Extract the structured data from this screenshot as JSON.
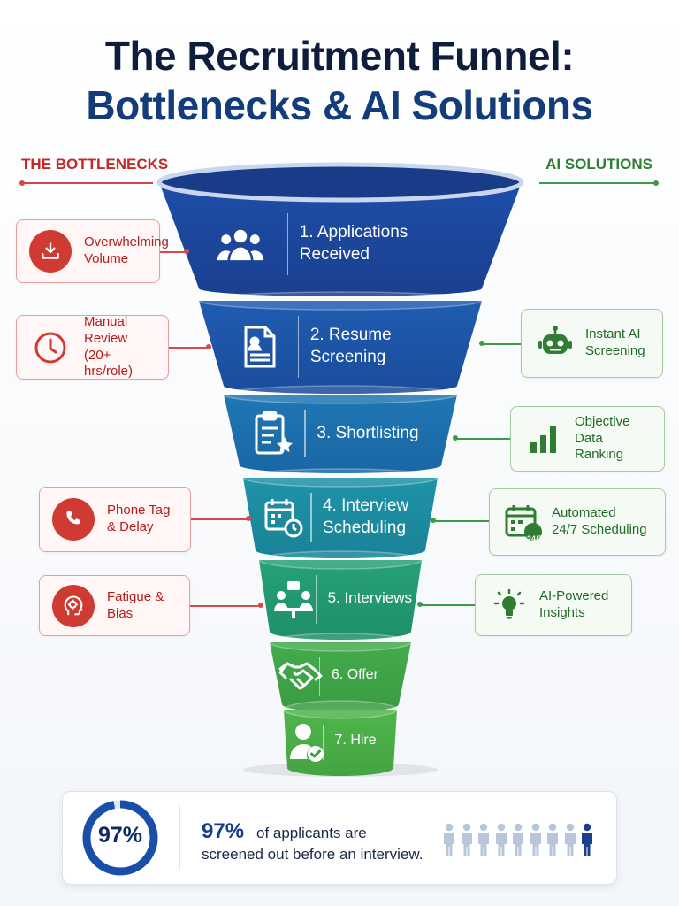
{
  "title": {
    "line1": "The Recruitment Funnel:",
    "line2": "Bottlenecks & AI Solutions"
  },
  "bottlenecks_heading": "THE BOTTLENECKS",
  "solutions_heading": "AI SOLUTIONS",
  "stages": [
    {
      "label": "1. Applications\nReceived",
      "icon": "people-icon"
    },
    {
      "label": "2. Resume\nScreening",
      "icon": "document-icon"
    },
    {
      "label": "3. Shortlisting",
      "icon": "clipboard-star-icon"
    },
    {
      "label": "4. Interview\nScheduling",
      "icon": "calendar-clock-icon"
    },
    {
      "label": "5. Interviews",
      "icon": "meeting-icon"
    },
    {
      "label": "6. Offer",
      "icon": "handshake-icon"
    },
    {
      "label": "7. Hire",
      "icon": "user-check-icon"
    }
  ],
  "bottlenecks": [
    {
      "label": "Overwhelming\nVolume",
      "icon": "download-tray-icon"
    },
    {
      "label": "Manual Review\n(20+ hrs/role)",
      "icon": "clock-icon"
    },
    {
      "label": "Phone Tag\n& Delay",
      "icon": "phone-icon"
    },
    {
      "label": "Fatigue & Bias",
      "icon": "brain-head-icon"
    }
  ],
  "solutions": [
    {
      "label": "Instant AI\nScreening",
      "icon": "robot-icon"
    },
    {
      "label": "Objective Data\nRanking",
      "icon": "bar-chart-icon"
    },
    {
      "label": "Automated\n24/7 Scheduling",
      "icon": "calendar-24-7-icon",
      "badge": "24/7"
    },
    {
      "label": "AI-Powered\nInsights",
      "icon": "lightbulb-icon"
    }
  ],
  "stat": {
    "ring_label": "97%",
    "percent": 97,
    "highlight": "97%",
    "line1": "of applicants are",
    "line2": "screened out before an interview.",
    "people_total": 9,
    "people_highlighted": 1
  },
  "colors": {
    "red": "#cf3b33",
    "green": "#2e7d32",
    "navy": "#123c7a",
    "stage1": "#1f4fa8",
    "stage7": "#4cae48"
  }
}
